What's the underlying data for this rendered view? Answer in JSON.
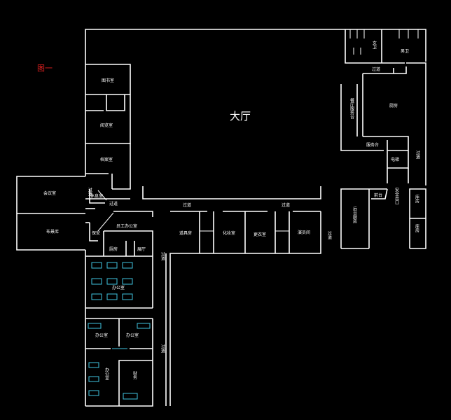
{
  "figure_label": "图一",
  "colors": {
    "background": "#000000",
    "walls": "#ffffff",
    "furniture": "#3fc4e0",
    "label": "#e02020"
  },
  "rooms": {
    "hall": "大厅",
    "library": "图书室",
    "reading": "阅览室",
    "archive": "档案室",
    "conference": "会议室",
    "scenery": "布景库",
    "lounge": "休息室",
    "staff_office": "员工办公室",
    "kitchen_store": "厨房",
    "scene_hall": "展厅",
    "office_big": "办公室",
    "office_a": "办公室",
    "office_b": "办公室",
    "office_c": "办公室",
    "finance": "财务",
    "props": "道具房",
    "makeup": "化妆室",
    "dressing": "更衣室",
    "actors": "演员间",
    "female_wc": "女卫",
    "male_wc": "男卫",
    "kitchen": "厨房",
    "dining": "餐厅服务台",
    "service": "服务台",
    "elevator": "电梯",
    "security": "保安",
    "backstage_kitchen": "后台厨房",
    "emergency_exit": "安全出口",
    "store_a": "库房",
    "store_b": "库房",
    "front_desk": "前台"
  },
  "corridors": {
    "c1": "过道",
    "c2": "过道",
    "c3": "过道",
    "c4": "过道",
    "c5": "过道",
    "c6": "过道",
    "c7": "过道",
    "c8": "过道",
    "c9": "过道"
  }
}
